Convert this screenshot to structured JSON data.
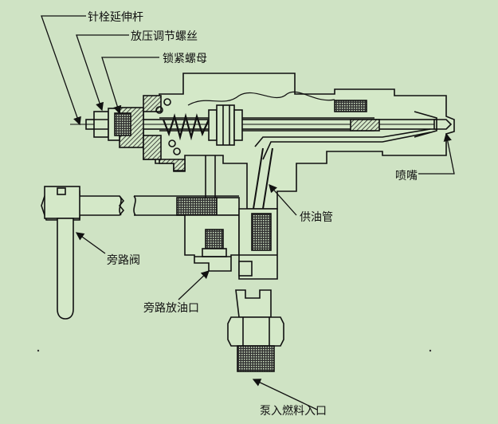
{
  "labels": {
    "needle_extension": "针栓延伸杆",
    "pressure_screw": "放压调节螺丝",
    "lock_nut": "锁紧螺母",
    "nozzle": "喷嘴",
    "fuel_supply_pipe": "供油管",
    "bypass_valve": "旁路阀",
    "bypass_drain": "旁路放油口",
    "pump_fuel_inlet": "泵入燃料入口"
  },
  "colors": {
    "background": "#cfe3c4",
    "line": "#111111",
    "body_fill": "#d4e8c8",
    "hatch": "#3a3a3a"
  }
}
